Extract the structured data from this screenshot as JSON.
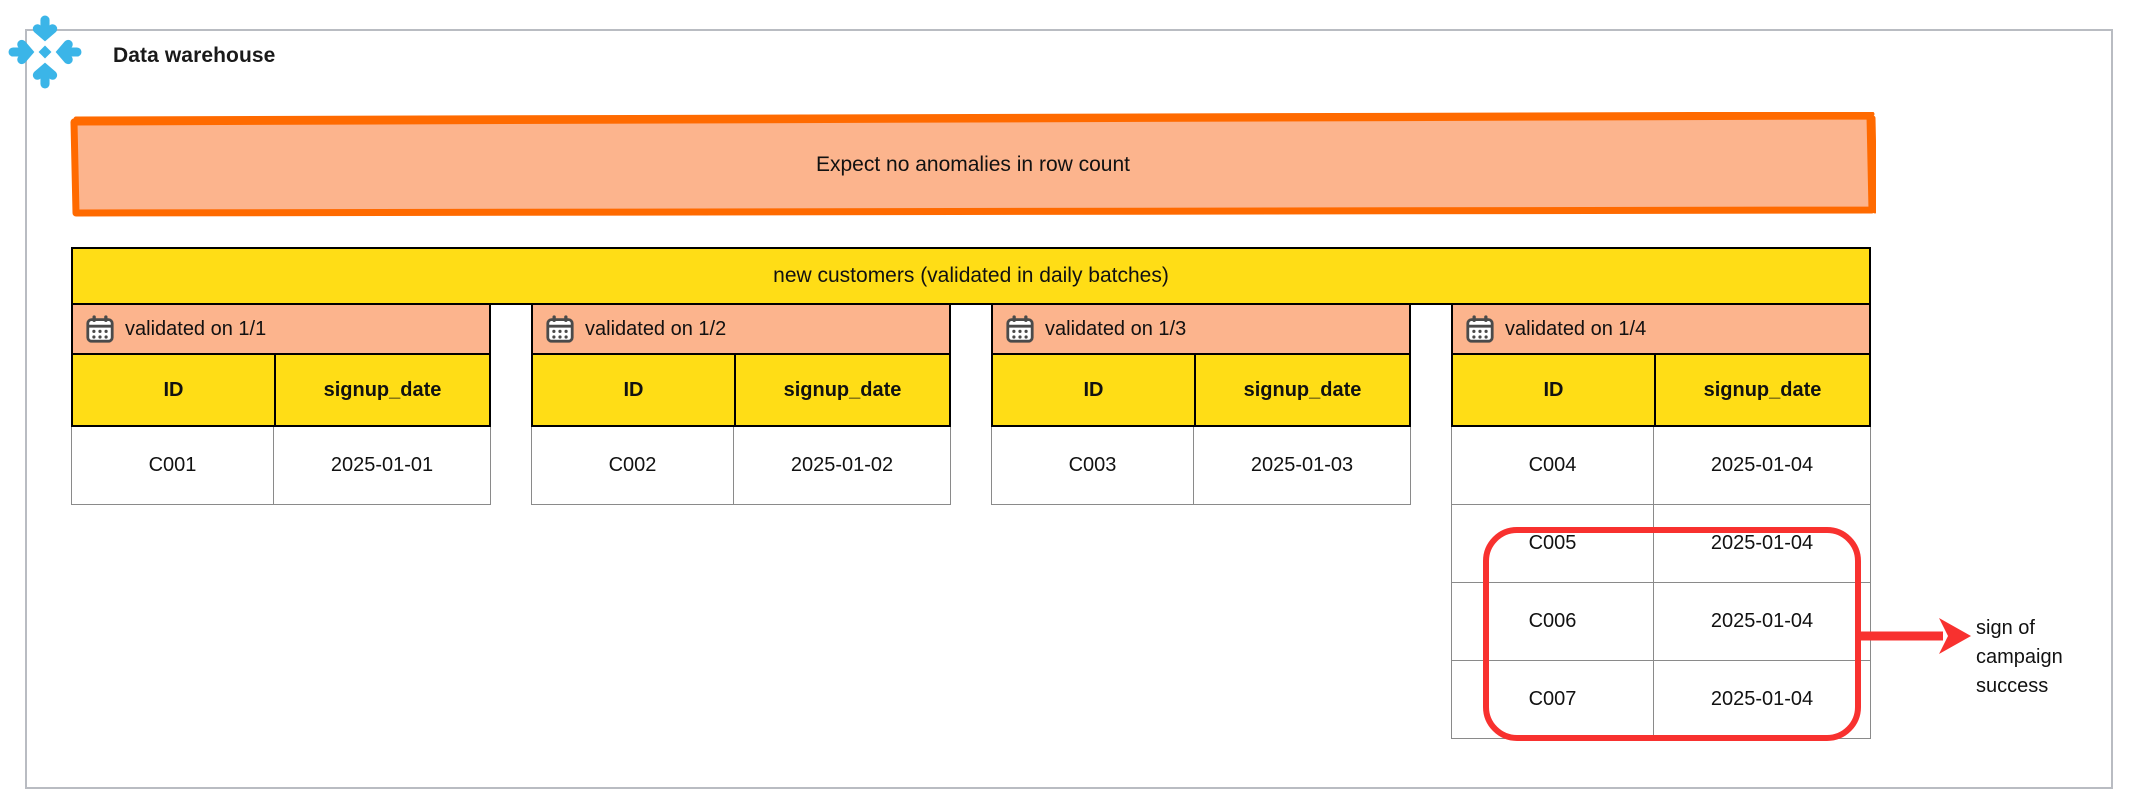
{
  "container": {
    "title": "Data warehouse",
    "logo_icon": "snowflake-logo",
    "border_color": "#b9bcc2"
  },
  "expectation": {
    "text": "Expect no anomalies in row count",
    "fill_color": "#fcb48d",
    "stroke_color": "#ff6a00"
  },
  "table": {
    "title": "new customers (validated in daily batches)",
    "title_bg": "#ffdd16",
    "day_header_bg": "#fcb48d",
    "columns": [
      "ID",
      "signup_date"
    ],
    "calendar_icon": "calendar-icon",
    "groups": [
      {
        "day_label": "validated on 1/1",
        "rows": [
          {
            "id": "C001",
            "signup_date": "2025-01-01"
          }
        ]
      },
      {
        "day_label": "validated on 1/2",
        "rows": [
          {
            "id": "C002",
            "signup_date": "2025-01-02"
          }
        ]
      },
      {
        "day_label": "validated on 1/3",
        "rows": [
          {
            "id": "C003",
            "signup_date": "2025-01-03"
          }
        ]
      },
      {
        "day_label": "validated on 1/4",
        "rows": [
          {
            "id": "C004",
            "signup_date": "2025-01-04"
          },
          {
            "id": "C005",
            "signup_date": "2025-01-04"
          },
          {
            "id": "C006",
            "signup_date": "2025-01-04"
          },
          {
            "id": "C007",
            "signup_date": "2025-01-04"
          }
        ]
      }
    ]
  },
  "annotation": {
    "note": "sign of campaign success",
    "color": "#f8312f",
    "arrow_icon": "arrow-right-icon",
    "highlight_icon": "anomaly-highlight-box"
  }
}
